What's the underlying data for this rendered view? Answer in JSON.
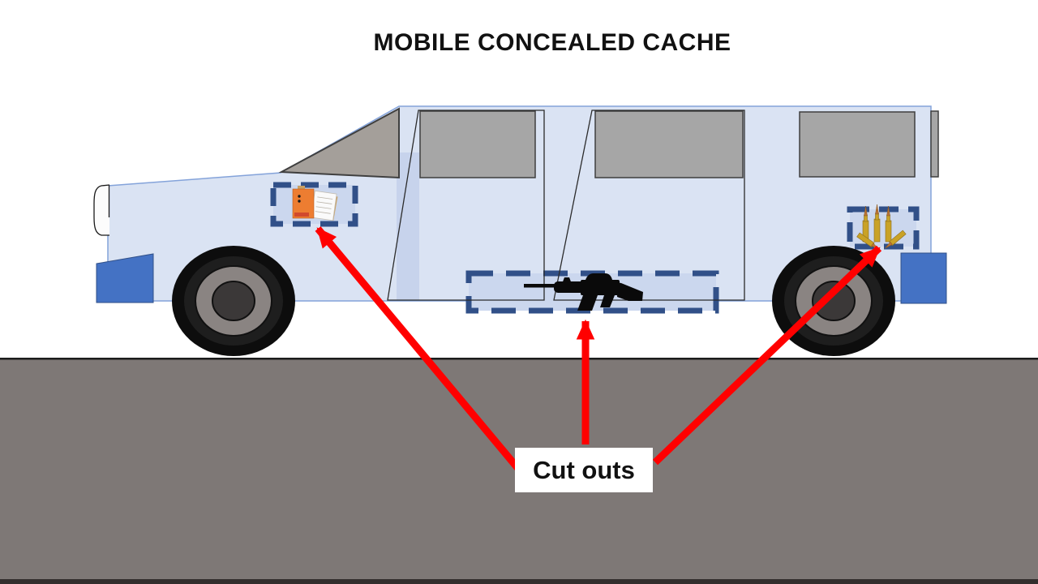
{
  "title": "MOBILE CONCEALED CACHE",
  "callout": {
    "label": "Cut outs",
    "arrow_count": 3
  },
  "vehicle": {
    "view": "suv-side-view",
    "caches": [
      {
        "name": "front-fender-cutout",
        "contents": [
          "orange-device",
          "documents"
        ]
      },
      {
        "name": "rocker-panel-cutout",
        "contents": [
          "rifle"
        ]
      },
      {
        "name": "rear-fender-cutout",
        "contents": [
          "rifle-cartridges"
        ]
      }
    ]
  },
  "colors": {
    "title-text": "#111111",
    "label-bg": "#ffffff",
    "label-text": "#111111",
    "arrow": "#ff0000",
    "body": "#dae3f3",
    "body-outline": "#84a3da",
    "body-shade": "#c7d3ec",
    "cache-fill": "#cbd7ee",
    "cache-border": "#315088",
    "bumper": "#4472c4",
    "window": "#a6a6a6",
    "window-outline": "#3f3f3f",
    "windshield": "#a49f9a",
    "door-line": "#2b2b2b",
    "ground": "#7e7876",
    "ground-line": "#1c1c1c",
    "ground-dark": "#332e2d",
    "tire": "#0d0d0d",
    "tire-ring": "#1e1e1e",
    "rim": "#8a8482",
    "hub": "#3b3838",
    "device-orange": "#ed7d31",
    "paper": "#fafafa",
    "tan": "#c9a063",
    "brass": "#c9a227",
    "copper": "#b87333"
  }
}
